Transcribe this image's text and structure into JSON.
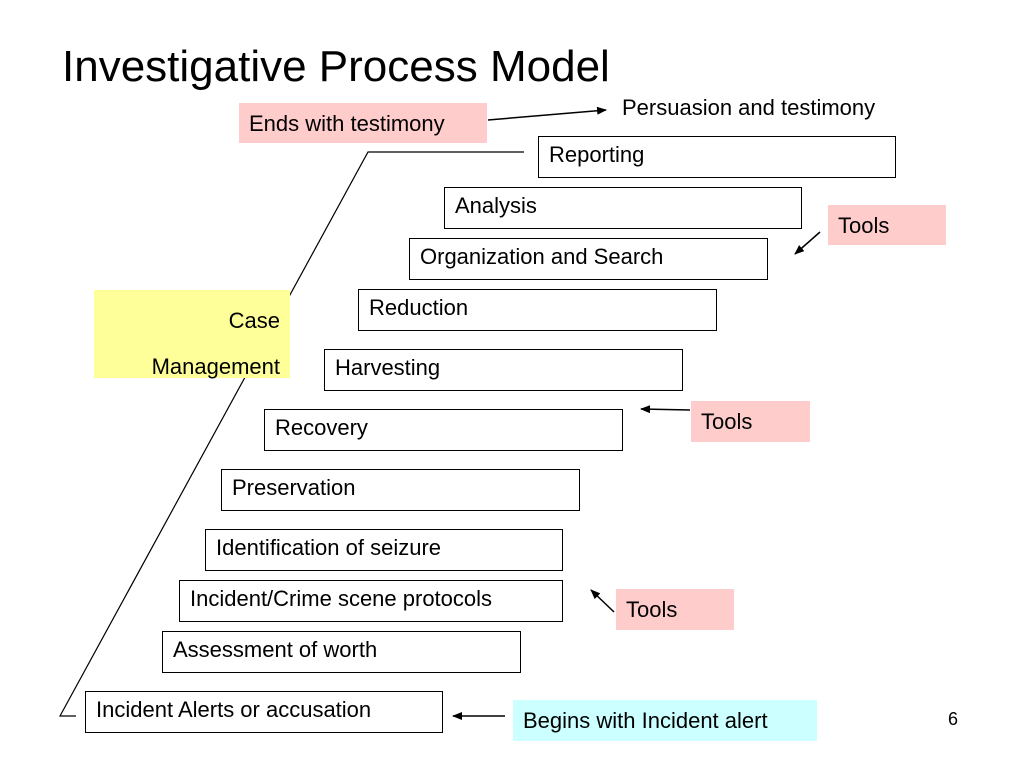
{
  "title": "Investigative Process Model",
  "steps": {
    "reporting": "Reporting",
    "analysis": "Analysis",
    "organization_search": "Organization and Search",
    "reduction": "Reduction",
    "harvesting": "Harvesting",
    "recovery": "Recovery",
    "preservation": "Preservation",
    "identification": "Identification of seizure",
    "protocols": "Incident/Crime scene protocols",
    "assessment": "Assessment of worth",
    "incident_alerts": "Incident Alerts or accusation"
  },
  "callouts": {
    "ends_with": "Ends with testimony",
    "persuasion": "Persuasion and testimony",
    "tools_1": "Tools",
    "tools_2": "Tools",
    "tools_3": "Tools",
    "begins_with": "Begins with Incident alert"
  },
  "case_management": {
    "line1": "Case",
    "line2": "Management"
  },
  "page_number": "6",
  "colors": {
    "pink": "#ffcccc",
    "yellow": "#ffff99",
    "cyan": "#ccffff",
    "step_border": "#000000"
  }
}
